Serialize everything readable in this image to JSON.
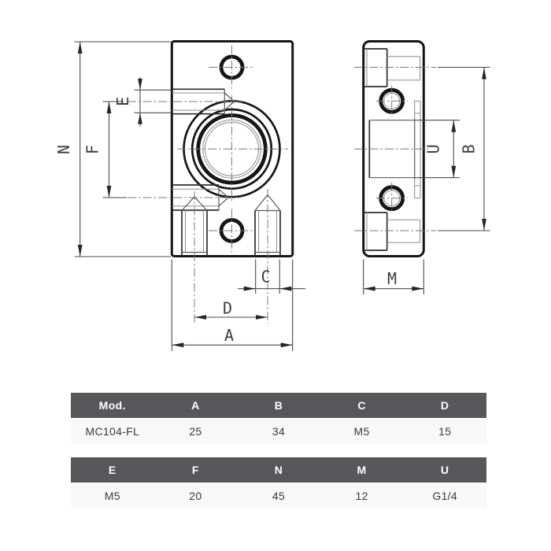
{
  "drawing": {
    "title": "MC104-FL flange technical drawing",
    "dimension_labels": {
      "N": "N",
      "F": "F",
      "E": "E",
      "A": "A",
      "D": "D",
      "C": "C",
      "M": "M",
      "U": "U",
      "B": "B"
    }
  },
  "tables": {
    "spec_table_1": {
      "headers": [
        "Mod.",
        "A",
        "B",
        "C",
        "D"
      ],
      "rows": [
        [
          "MC104-FL",
          "25",
          "34",
          "M5",
          "15"
        ]
      ]
    },
    "spec_table_2": {
      "headers": [
        "E",
        "F",
        "N",
        "M",
        "U"
      ],
      "rows": [
        [
          "M5",
          "20",
          "45",
          "12",
          "G1/4"
        ]
      ]
    }
  },
  "colors": {
    "table_header_bg": "#58585A",
    "table_header_text": "#FFFFFF",
    "table_row_bg": "#F8F8F8",
    "table_row_text": "#3A3A3A",
    "line_black": "#161616",
    "dimension_gray": "#4A4A4A"
  }
}
